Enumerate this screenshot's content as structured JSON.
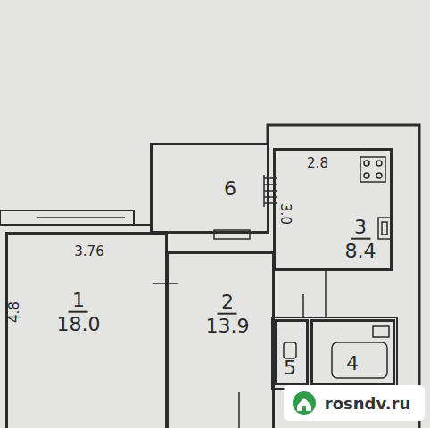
{
  "diagram": {
    "nodes": [
      {
        "text": [
          "1",
          "18.0"
        ]
      },
      {
        "text": [
          "2",
          "13.9"
        ]
      },
      {
        "text": [
          "6"
        ]
      },
      {
        "text": [
          "3",
          "8.4"
        ]
      },
      {
        "text": [
          "5"
        ]
      },
      {
        "text": [
          "4"
        ]
      }
    ],
    "labels": [
      "3.76",
      "4.8",
      "2.8",
      "3.0",
      "rosndv.ru"
    ]
  }
}
